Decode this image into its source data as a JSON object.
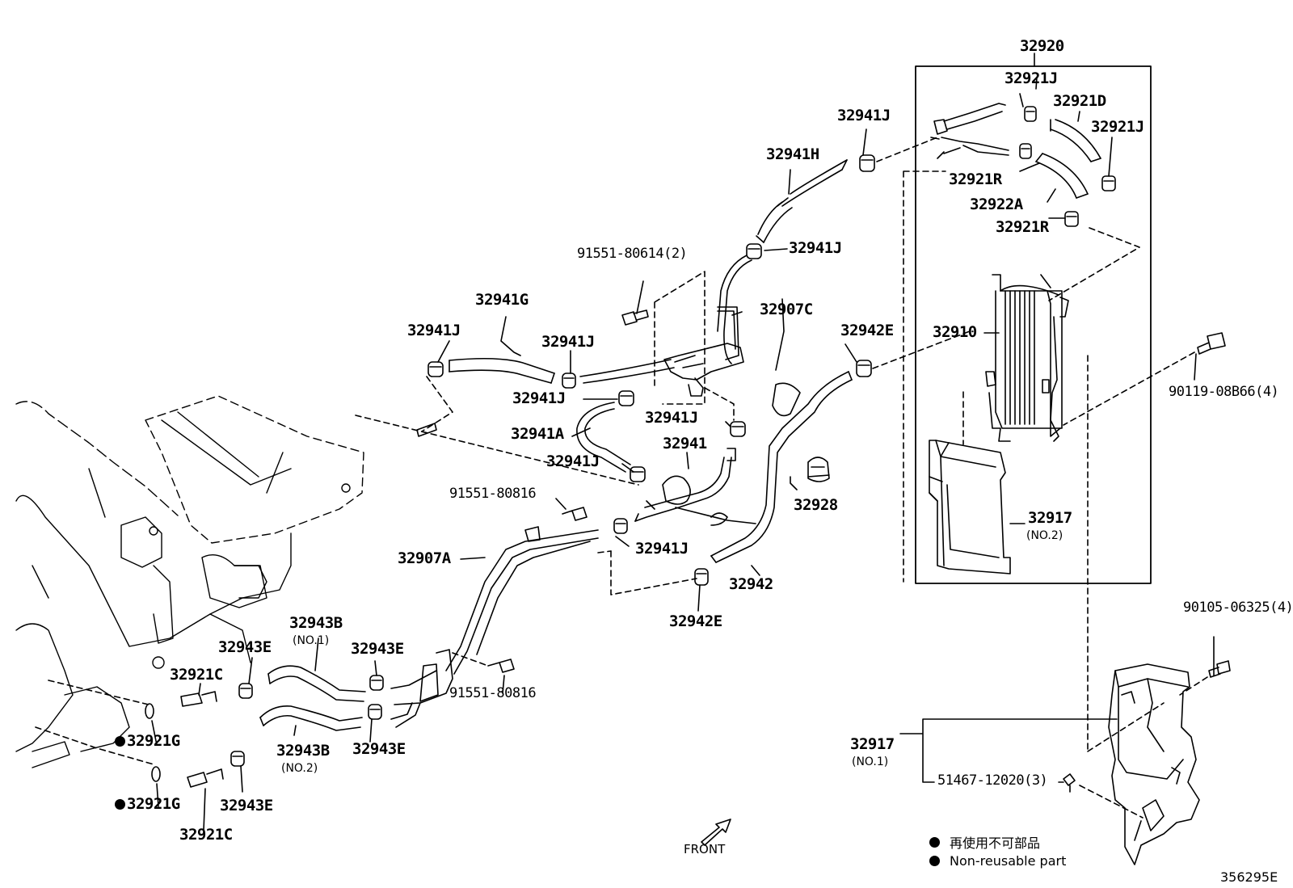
{
  "diagram_title": "32920",
  "callouts": {
    "c32920": "32920",
    "c32921J_a": "32921J",
    "c32921D": "32921D",
    "c32921J_b": "32921J",
    "c32941J_top": "32941J",
    "c32941H": "32941H",
    "c32921R_a": "32921R",
    "c32922A": "32922A",
    "c32921R_b": "32921R",
    "c91551_80614": "91551-80614(2)",
    "c32941J_mid": "32941J",
    "c32941G": "32941G",
    "c32907C": "32907C",
    "c32941J_left": "32941J",
    "c32941J_b": "32941J",
    "c32942E_top": "32942E",
    "c32910": "32910",
    "c90119": "90119-08B66(4)",
    "c32941J_c": "32941J",
    "c32941A": "32941A",
    "c32941J_d": "32941J",
    "c32941": "32941",
    "c32941J_e": "32941J",
    "c91551_80816_a": "91551-80816",
    "c32928": "32928",
    "c32917_no2": "32917",
    "c32907A": "32907A",
    "c32941J_f": "32941J",
    "c32942": "32942",
    "c32942E_bottom": "32942E",
    "c90105": "90105-06325(4)",
    "c32943B_no1": "32943B",
    "c32943E_a": "32943E",
    "c32943E_b": "32943E",
    "c32921C_a": "32921C",
    "c91551_80816_b": "91551-80816",
    "c32921G_a": "32921G",
    "c32943B_no2": "32943B",
    "c32943E_c": "32943E",
    "c32917_no1": "32917",
    "c51467": "51467-12020(3)",
    "c32921G_b": "32921G",
    "c32943E_d": "32943E",
    "c32921C_b": "32921C"
  },
  "sublabels": {
    "no1_32943B": "(NO.1)",
    "no2_32943B": "(NO.2)",
    "no2_32917": "(NO.2)",
    "no1_32917": "(NO.1)"
  },
  "front_label": "FRONT",
  "legend": {
    "jp": "再使用不可部品",
    "en": "Non-reusable part"
  },
  "diagram_code": "356295E"
}
